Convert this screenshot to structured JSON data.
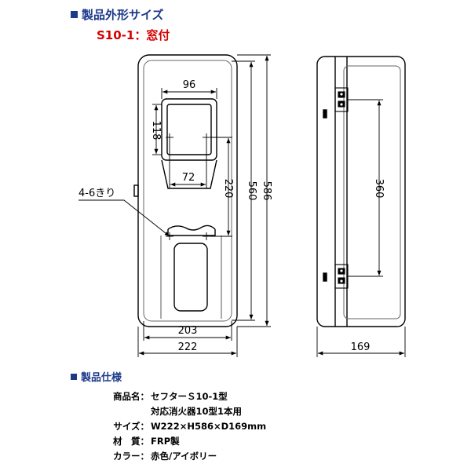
{
  "header": {
    "title": "製品外形サイズ",
    "model": "S10-1：窓付"
  },
  "drawing": {
    "labels": {
      "window_width": "96",
      "window_height": "118",
      "inner_width": "72",
      "inner_height": "220",
      "height_560": "560",
      "height_586": "586",
      "width_203": "203",
      "width_222": "222",
      "hole_note": "4-6きり",
      "hinge_span": "360",
      "depth": "169"
    }
  },
  "specs": {
    "title": "製品仕様",
    "rows": [
      {
        "key": "商品名：",
        "value": "セフターＳ10-1型"
      },
      {
        "key": "",
        "value": "対応消火器10型1本用"
      },
      {
        "key": "サイズ：",
        "value": "W222×H586×D169mm"
      },
      {
        "key": "材　質：",
        "value": "FRP製"
      },
      {
        "key": "カラー：",
        "value": "赤色/アイボリー"
      }
    ]
  }
}
